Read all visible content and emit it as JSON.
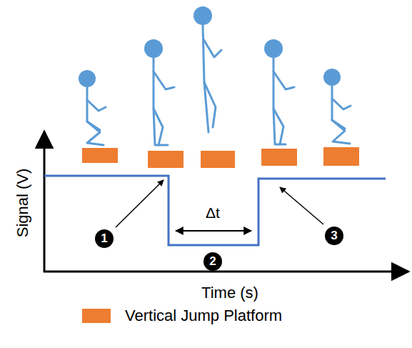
{
  "diagram": {
    "labels": [
      "Signal (V)",
      "Time (s)",
      "Δt",
      "1",
      "2",
      "3"
    ],
    "legend": [
      {
        "text": "Vertical Jump Platform",
        "color": "#ED7D31"
      }
    ]
  }
}
